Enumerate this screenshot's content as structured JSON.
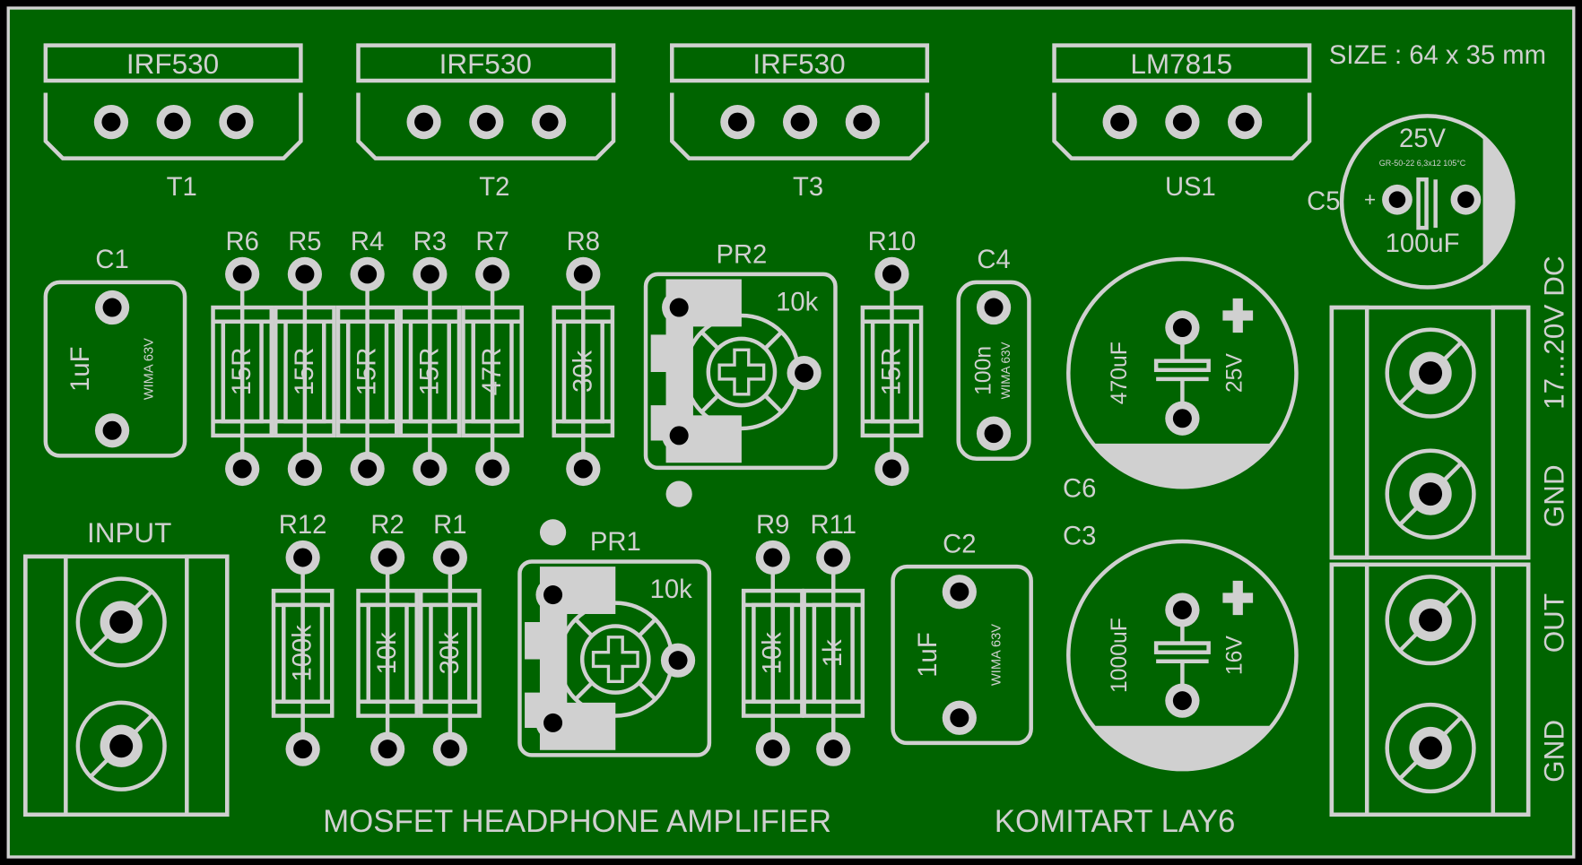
{
  "board": {
    "title": "MOSFET HEADPHONE AMPLIFIER",
    "author": "KOMITART LAY6",
    "size": "SIZE : 64 x 35 mm",
    "colors": {
      "board": "#006400",
      "silk": "#d0d0d0",
      "hole": "#000000"
    }
  },
  "transistors": [
    {
      "ref": "T1",
      "part": "IRF530"
    },
    {
      "ref": "T2",
      "part": "IRF530"
    },
    {
      "ref": "T3",
      "part": "IRF530"
    },
    {
      "ref": "US1",
      "part": "LM7815"
    }
  ],
  "resistors": [
    {
      "ref": "R6",
      "value": "15R"
    },
    {
      "ref": "R5",
      "value": "15R"
    },
    {
      "ref": "R4",
      "value": "15R"
    },
    {
      "ref": "R3",
      "value": "15R"
    },
    {
      "ref": "R7",
      "value": "47R"
    },
    {
      "ref": "R8",
      "value": "30k"
    },
    {
      "ref": "R10",
      "value": "15R"
    },
    {
      "ref": "R12",
      "value": "100k"
    },
    {
      "ref": "R2",
      "value": "10k"
    },
    {
      "ref": "R1",
      "value": "30k"
    },
    {
      "ref": "R9",
      "value": "10k"
    },
    {
      "ref": "R11",
      "value": "1k"
    }
  ],
  "trimmers": [
    {
      "ref": "PR2",
      "value": "10k"
    },
    {
      "ref": "PR1",
      "value": "10k"
    }
  ],
  "film_caps": [
    {
      "ref": "C1",
      "value": "1uF",
      "type": "WIMA 63V"
    },
    {
      "ref": "C4",
      "value": "100n",
      "type": "WIMA 63V"
    },
    {
      "ref": "C2",
      "value": "1uF",
      "type": "WIMA 63V"
    }
  ],
  "electrolytics": [
    {
      "ref": "C6",
      "value": "470uF",
      "voltage": "25V"
    },
    {
      "ref": "C3",
      "value": "1000uF",
      "voltage": "16V"
    }
  ],
  "c5": {
    "ref": "C5",
    "value": "100uF",
    "voltage": "25V",
    "spec": "GR-50-22 6,3x12 105°C",
    "plus": "+"
  },
  "input": {
    "label": "INPUT"
  },
  "terminals": [
    "17...20V DC",
    "GND",
    "OUT",
    "GND"
  ]
}
